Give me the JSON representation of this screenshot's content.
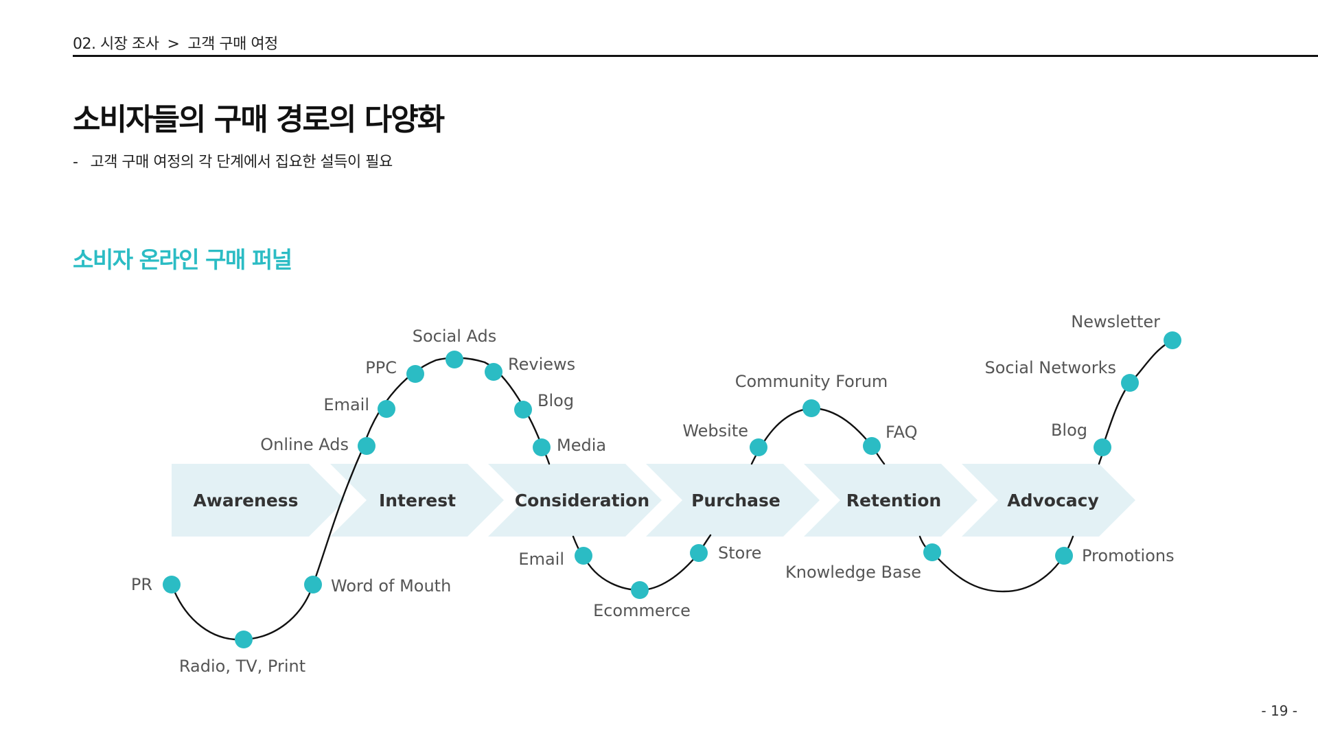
{
  "breadcrumb": {
    "section": "02. 시장 조사",
    "separator": ">",
    "page": "고객 구매 여정"
  },
  "title": "소비자들의 구매 경로의 다양화",
  "subtitle": {
    "dash": "-",
    "text": "고객 구매 여정의 각 단계에서 집요한 설득이 필요"
  },
  "section_title": "소비자 온라인 구매 퍼널",
  "colors": {
    "accent": "#2bbcc4",
    "stage_fill": "#e3f1f5",
    "curve": "#111111",
    "label": "#555555"
  },
  "stages": [
    "Awareness",
    "Interest",
    "Consideration",
    "Purchase",
    "Retention",
    "Advocacy"
  ],
  "touchpoints": {
    "pr": "PR",
    "radio_tv_print": "Radio, TV, Print",
    "word_of_mouth": "Word of Mouth",
    "online_ads": "Online Ads",
    "email_interest": "Email",
    "ppc": "PPC",
    "social_ads": "Social Ads",
    "reviews": "Reviews",
    "blog_consideration": "Blog",
    "media": "Media",
    "email_consideration": "Email",
    "ecommerce": "Ecommerce",
    "store": "Store",
    "website": "Website",
    "community_forum": "Community Forum",
    "faq": "FAQ",
    "knowledge_base": "Knowledge Base",
    "promotions": "Promotions",
    "blog_advocacy": "Blog",
    "social_networks": "Social Networks",
    "newsletter": "Newsletter"
  },
  "page_number": "- 19 -"
}
